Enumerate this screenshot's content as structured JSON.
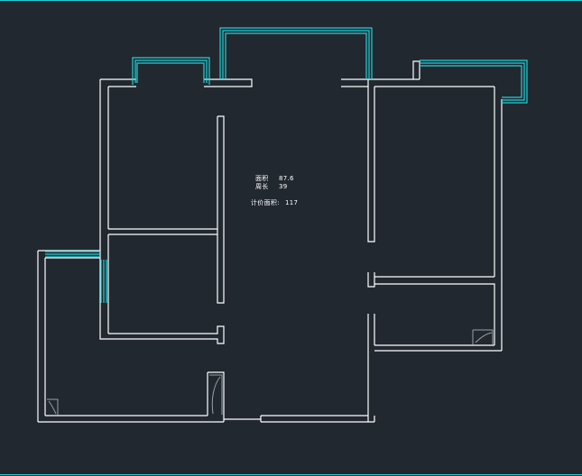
{
  "colors": {
    "background": "#212830",
    "wall": "#ffffff",
    "window": "#22d0d8",
    "fixture": "#9aa0a6"
  },
  "annotations": {
    "area_label": "面积",
    "area_value": "87.6",
    "perimeter_label": "周长",
    "perimeter_value": "39",
    "calc_label": "计价面积:",
    "calc_value": "117"
  }
}
